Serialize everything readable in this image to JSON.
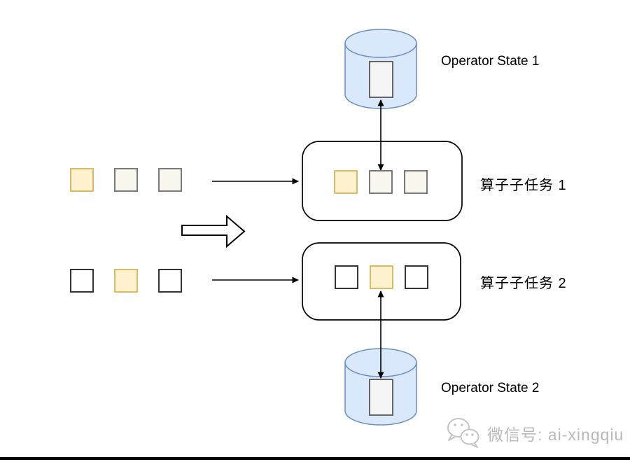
{
  "diagram": {
    "operator_state_1_label": "Operator State 1",
    "operator_state_2_label": "Operator State 2",
    "subtask_1_label": "算子子任务 1",
    "subtask_2_label": "算子子任务 2"
  },
  "streams": {
    "input_row_1": [
      "yellow",
      "cream",
      "cream"
    ],
    "input_row_2": [
      "white",
      "yellow",
      "white"
    ],
    "subtask_1_records": [
      "yellow",
      "cream",
      "cream"
    ],
    "subtask_2_records": [
      "white",
      "yellow",
      "white"
    ]
  },
  "colors": {
    "record_yellow_fill": "#fdf2cd",
    "record_yellow_border": "#d9bb67",
    "record_cream_fill": "#faf7ee",
    "record_cream_border": "#7a7a7a",
    "record_white_fill": "#ffffff",
    "record_white_border": "#333333",
    "state_store_fill": "#dae8fc",
    "state_store_border": "#6c8ebf",
    "state_entry_fill": "#f5f5f5",
    "state_entry_border": "#666666",
    "watermark_gray": "#b9b9b9",
    "line_black": "#000000"
  },
  "watermark": {
    "icon": "wechat-icon",
    "text": "微信号: ai-xingqiu"
  }
}
